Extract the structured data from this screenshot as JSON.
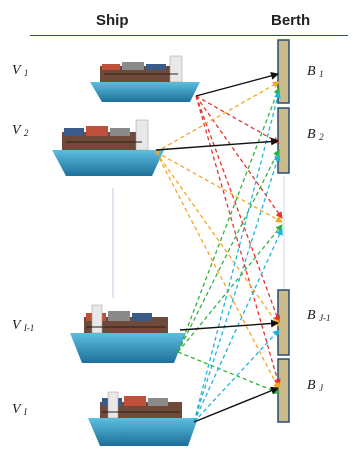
{
  "header": {
    "ship": "Ship",
    "berth": "Berth"
  },
  "ships": [
    {
      "letter": "V",
      "sub": "1"
    },
    {
      "letter": "V",
      "sub": "2"
    },
    {
      "letter": "V",
      "sub": "I-1"
    },
    {
      "letter": "V",
      "sub": "I"
    }
  ],
  "berths": [
    {
      "letter": "B",
      "sub": "1"
    },
    {
      "letter": "B",
      "sub": "2"
    },
    {
      "letter": "B",
      "sub": "J-1"
    },
    {
      "letter": "B",
      "sub": "J"
    }
  ],
  "colors": {
    "hull": "#2f8fb8",
    "berth_fill": "#c9bb8a",
    "arrow_black": "#111111",
    "dash_orange": "#f5a623",
    "dash_red": "#e8322a",
    "dash_green": "#2fb33c",
    "dash_cyan": "#1fb3e0",
    "rule": "#2b4a8a"
  }
}
